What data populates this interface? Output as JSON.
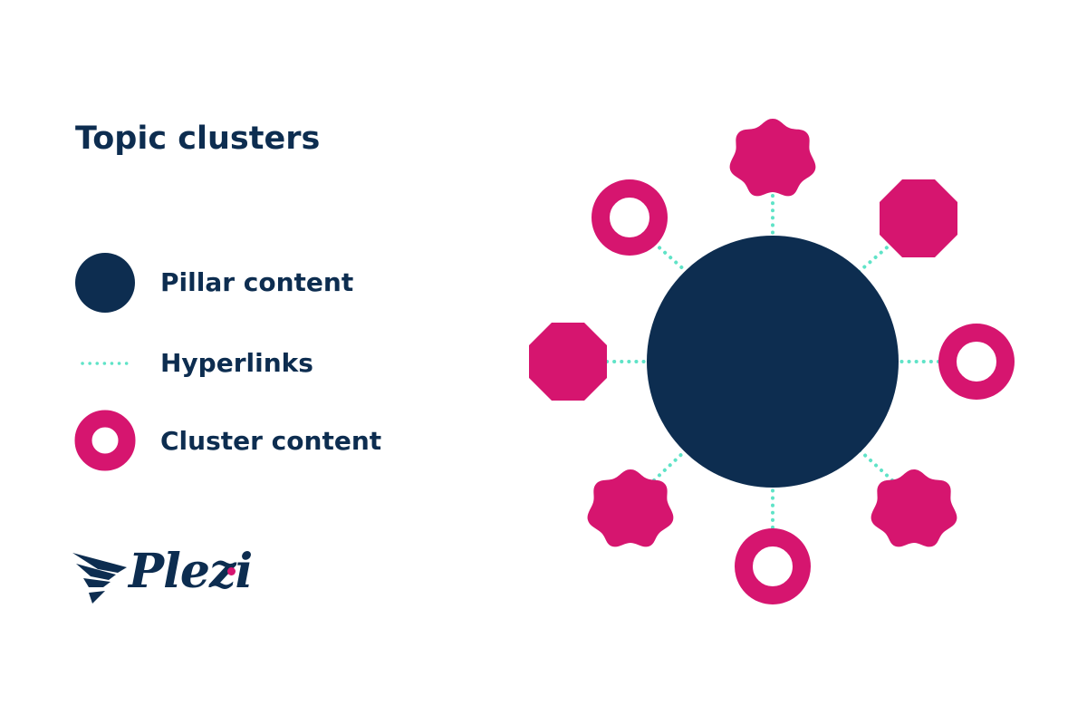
{
  "title": "Topic clusters",
  "legend": {
    "pillar_label": "Pillar content",
    "hyperlinks_label": "Hyperlinks",
    "cluster_label": "Cluster content"
  },
  "logo": {
    "text": "Plezi"
  },
  "colors": {
    "navy": "#0d2d50",
    "magenta": "#d6156f",
    "teal": "#5fe3c7",
    "background": "#ffffff"
  },
  "diagram": {
    "center_node": "pillar-content",
    "cluster_nodes": [
      {
        "shape": "scalloped",
        "position": "top"
      },
      {
        "shape": "octagon",
        "position": "top-right"
      },
      {
        "shape": "ring",
        "position": "right"
      },
      {
        "shape": "scalloped",
        "position": "bottom-right"
      },
      {
        "shape": "ring",
        "position": "bottom"
      },
      {
        "shape": "scalloped",
        "position": "bottom-left"
      },
      {
        "shape": "octagon",
        "position": "left"
      },
      {
        "shape": "ring",
        "position": "top-left"
      }
    ]
  }
}
